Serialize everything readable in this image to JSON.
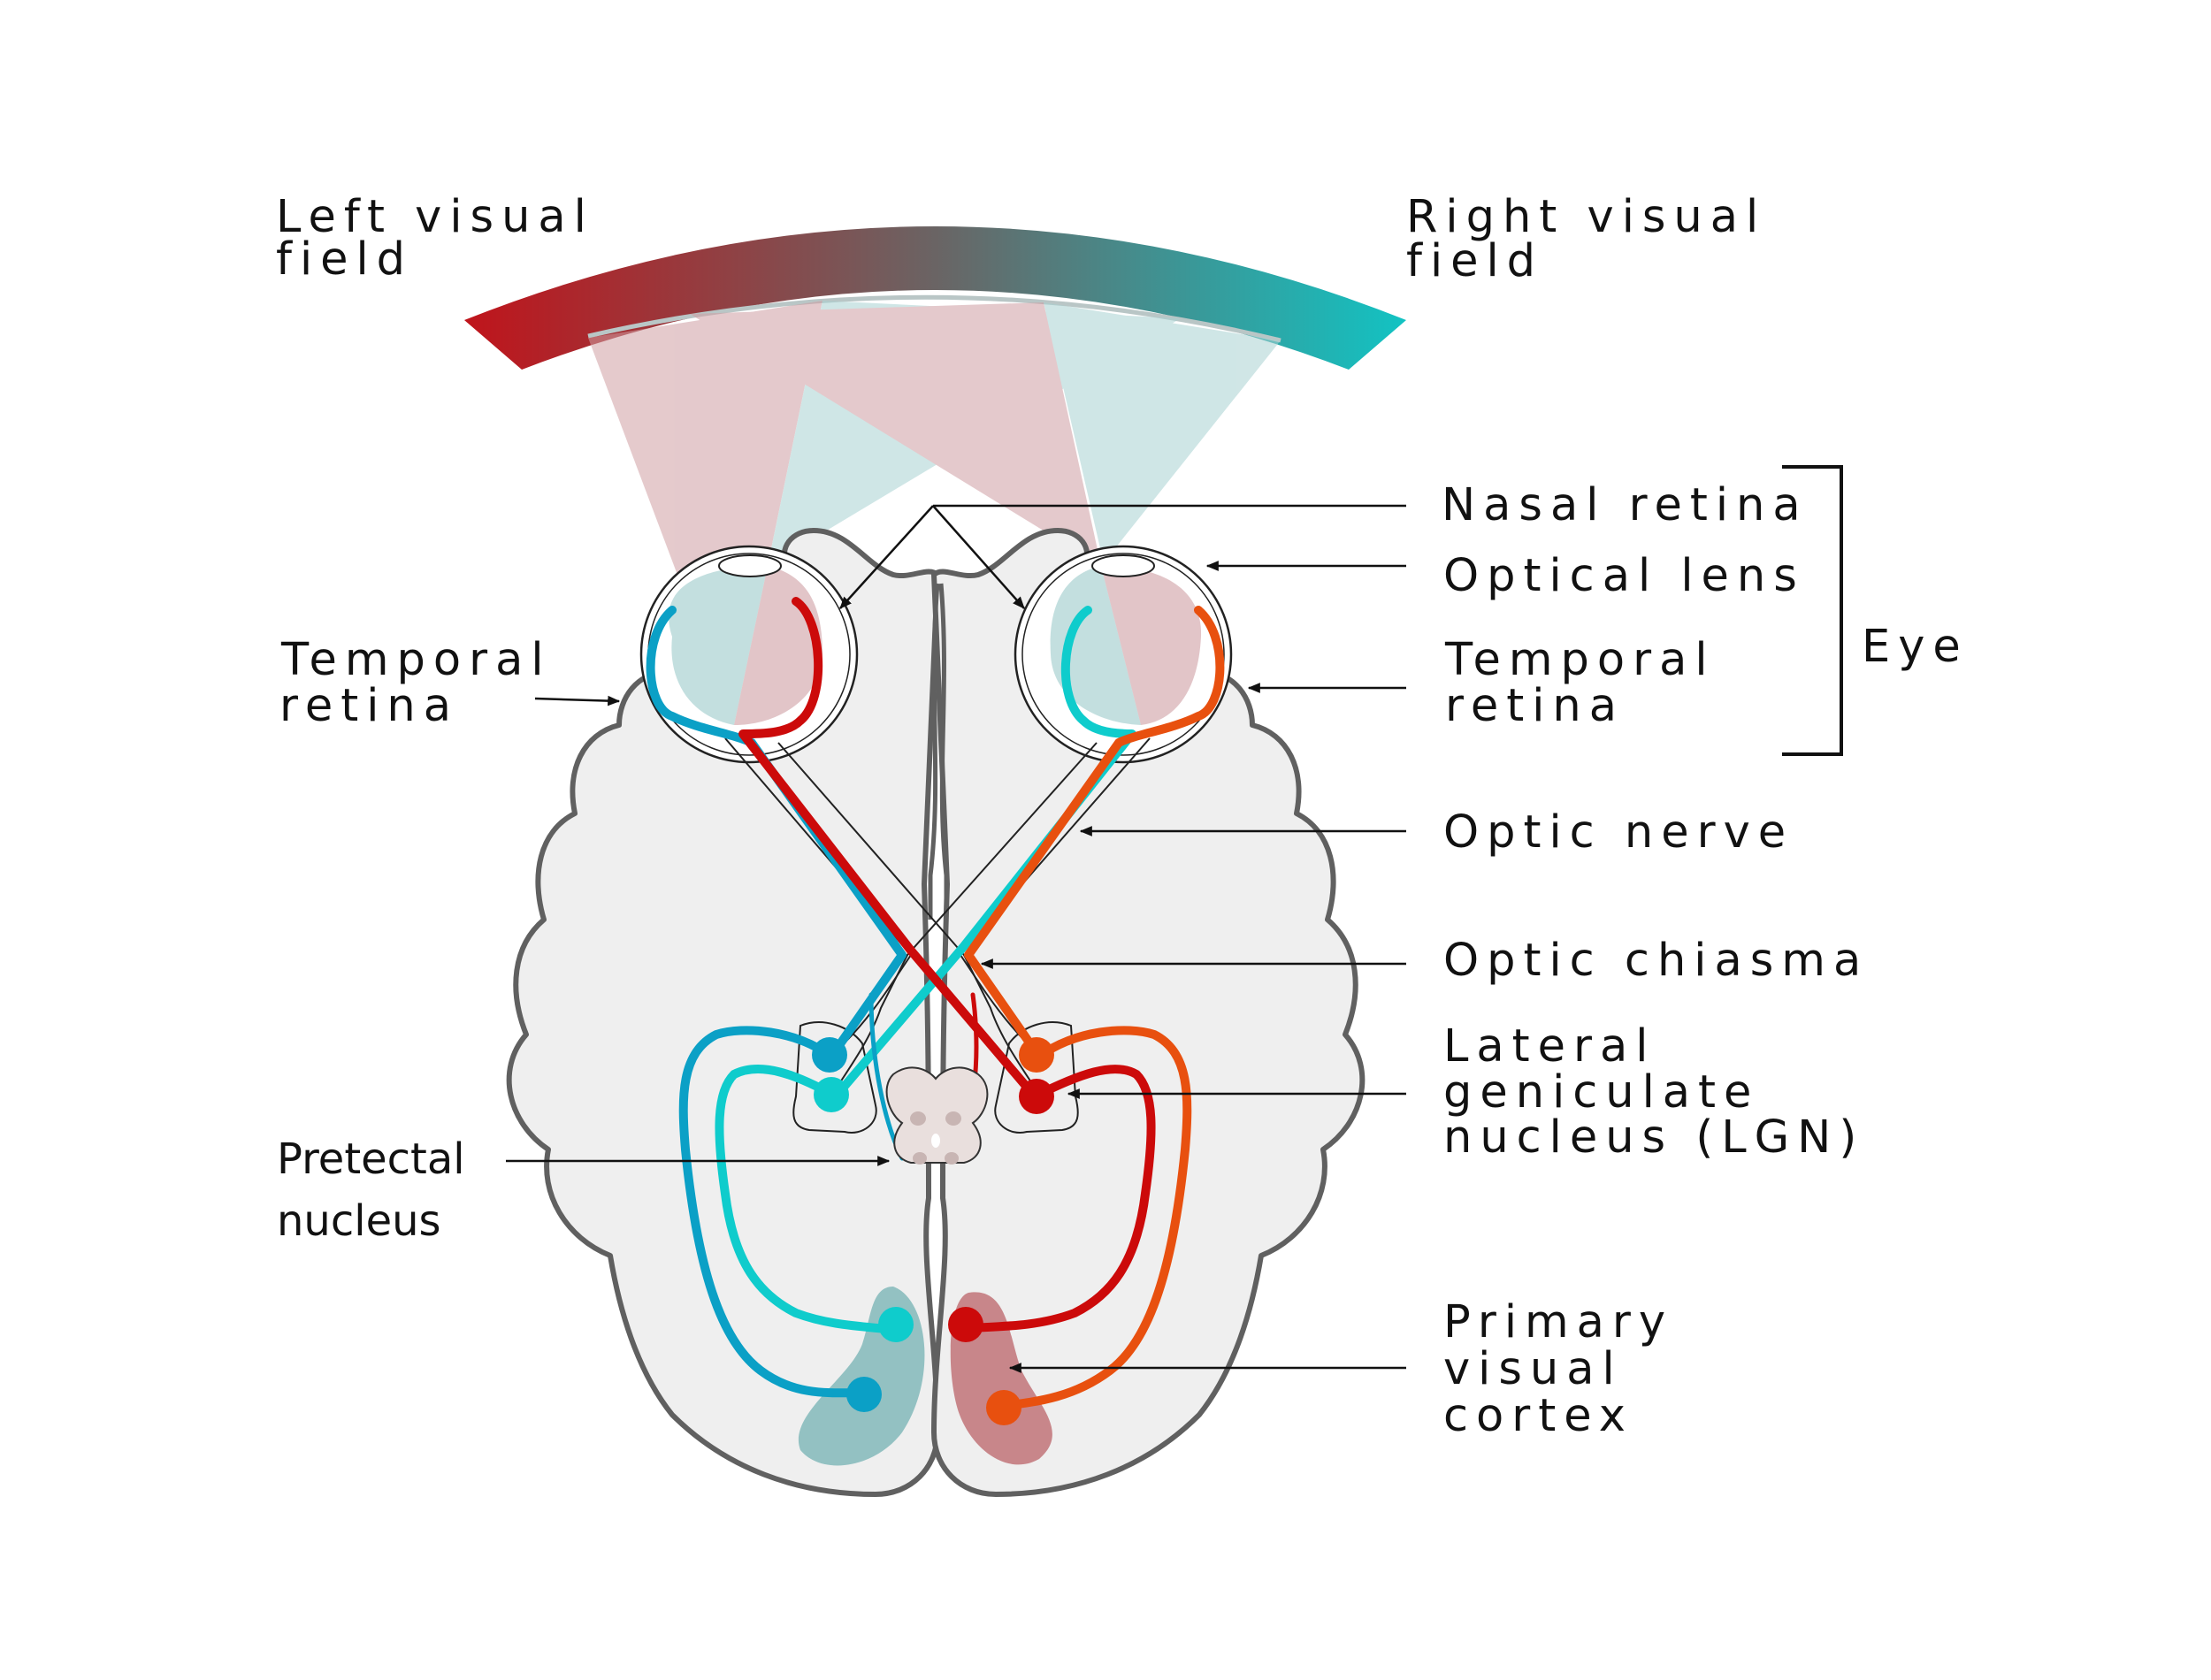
{
  "labels": {
    "left_visual_field": [
      "Left visual",
      "field"
    ],
    "right_visual_field": [
      "Right visual",
      "field"
    ],
    "nasal_retina": "Nasal retina",
    "optical_lens": "Optical lens",
    "temporal_retina_right": [
      "Temporal",
      "retina"
    ],
    "temporal_retina_left": [
      "Temporal",
      "retina"
    ],
    "eye": "Eye",
    "optic_nerve": "Optic nerve",
    "optic_chiasma": "Optic chiasma",
    "lgn": [
      "Lateral",
      "geniculate",
      "nucleus (LGN)"
    ],
    "pretectal_nucleus": [
      "Pretectal",
      "nucleus"
    ],
    "primary_visual_cortex": [
      "Primary",
      "visual",
      "cortex"
    ]
  },
  "colors": {
    "left_field": "#c0141b",
    "right_field": "#12c3c3",
    "red_pathway": "#cc0a0a",
    "orange_pathway": "#e8500f",
    "blue_pathway": "#0ba0c6",
    "cyan_pathway": "#0fcccc",
    "brain_fill": "#efefef",
    "brain_outline": "#606060"
  }
}
